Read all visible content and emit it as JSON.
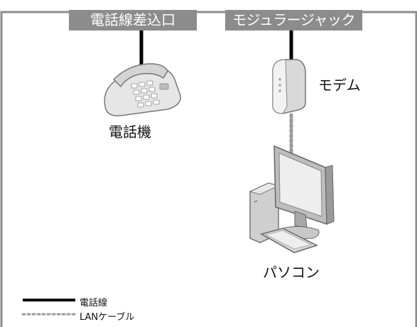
{
  "jacks": {
    "phone_jack": "電話線差込口",
    "modular_jack": "モジュラージャック"
  },
  "devices": {
    "telephone": "電話機",
    "modem": "モデム",
    "pc": "パソコン"
  },
  "legend": {
    "phone_line": "電話線",
    "lan_cable": "LANケーブル"
  },
  "colors": {
    "wall": "#8c8c8c",
    "label_bg": "#8c8c8c",
    "phone_line": "#000000",
    "lan_cable": "#9a9a9a"
  }
}
